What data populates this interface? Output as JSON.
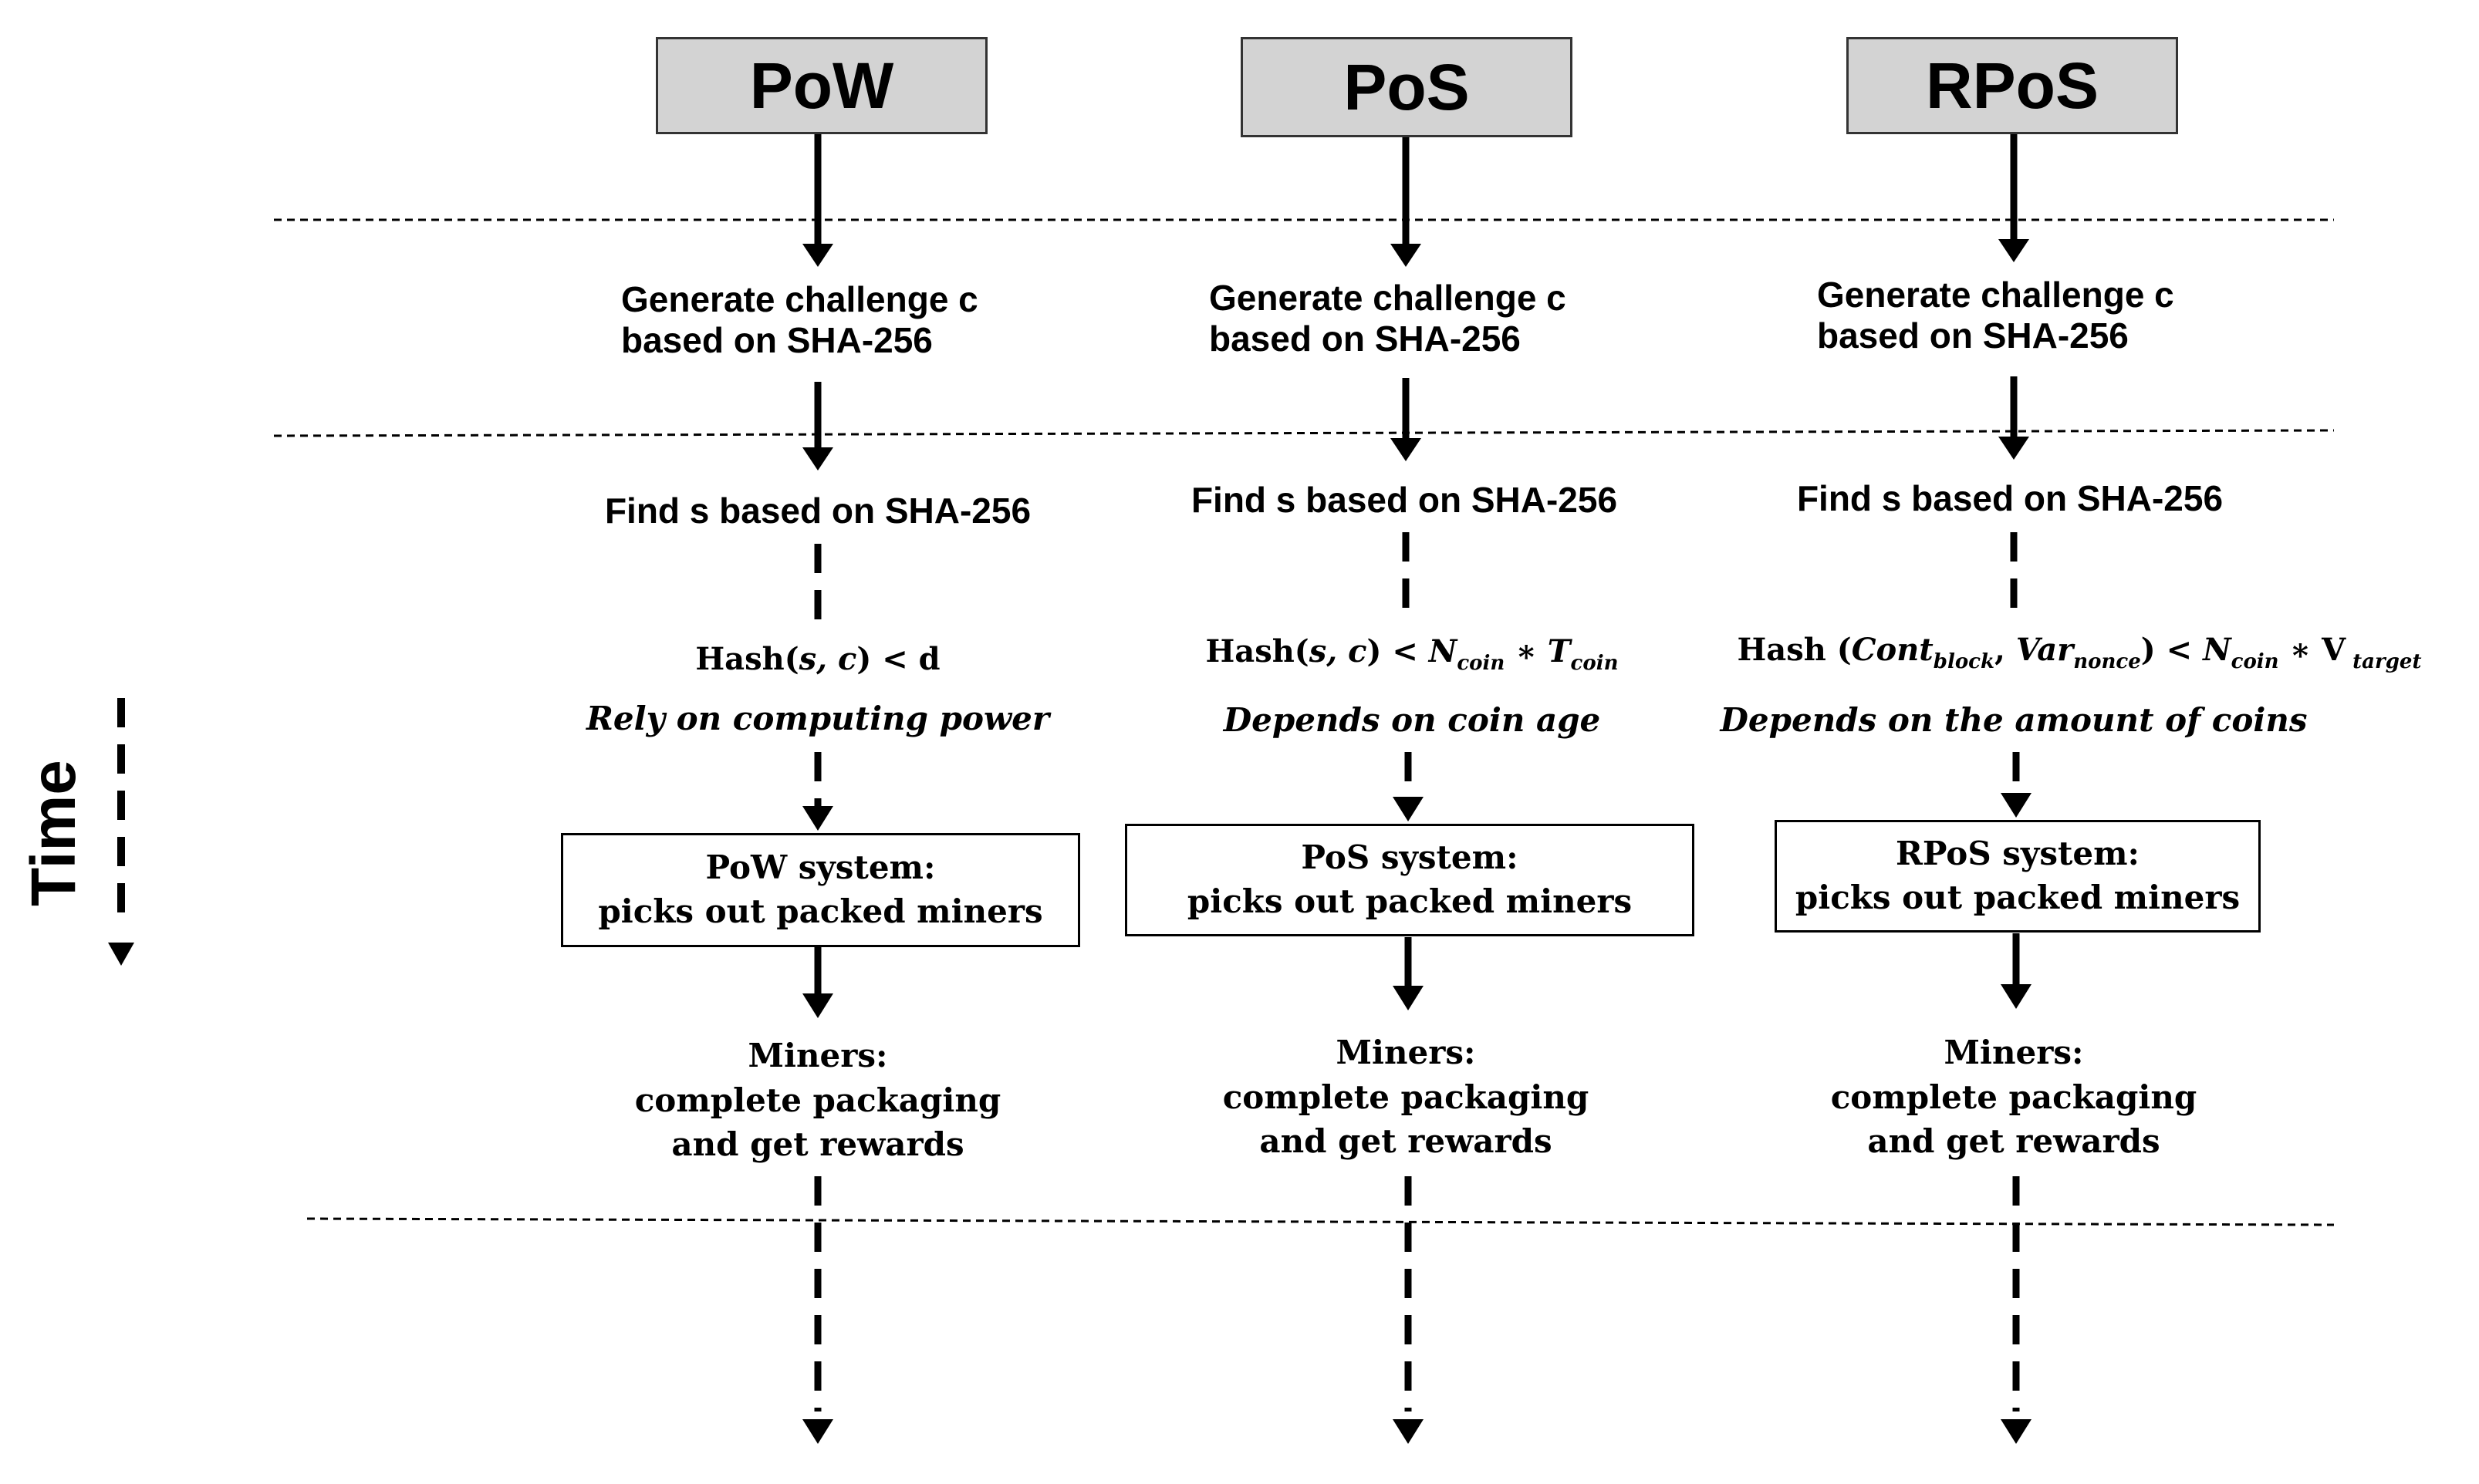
{
  "time_label": "Time",
  "columns": [
    {
      "id": "pow",
      "header": "PoW",
      "challenge": [
        "Generate challenge c",
        "based on SHA-256"
      ],
      "find": "Find s based on SHA-256",
      "condition": {
        "prefix": "Hash(",
        "args": "s, c",
        "suffix": ") <  d"
      },
      "dependency": "Rely on computing power",
      "system": [
        "PoW system:",
        "picks out packed miners"
      ],
      "miners": [
        "Miners:",
        "complete packaging",
        "and get rewards"
      ]
    },
    {
      "id": "pos",
      "header": "PoS",
      "challenge": [
        "Generate challenge c",
        "based on SHA-256"
      ],
      "find": "Find s based on SHA-256",
      "condition": {
        "prefix": "Hash(",
        "args": "s, c",
        "suffix": ") < ",
        "n": "N",
        "n_sub": "coin",
        "op": " ∗ ",
        "t": "T",
        "t_sub": "coin"
      },
      "dependency": "Depends on coin age",
      "system": [
        "PoS system:",
        "picks out packed miners"
      ],
      "miners": [
        "Miners:",
        "complete packaging",
        "and get rewards"
      ]
    },
    {
      "id": "rpos",
      "header": "RPoS",
      "challenge": [
        "Generate challenge c",
        "based on SHA-256"
      ],
      "find": "Find s based on SHA-256",
      "condition": {
        "prefix": "Hash (",
        "a": "Cont",
        "a_sub": "block",
        "sep": ", ",
        "b": "Var",
        "b_sub": "nonce",
        "close": ") < ",
        "n": "N",
        "n_sub": "coin",
        "op": "  ∗  ",
        "v": "V",
        "v_sub": " target"
      },
      "dependency": "Depends on the amount of coins",
      "system": [
        "RPoS system:",
        "picks out packed miners"
      ],
      "miners": [
        "Miners:",
        "complete packaging",
        "and get rewards"
      ]
    }
  ]
}
